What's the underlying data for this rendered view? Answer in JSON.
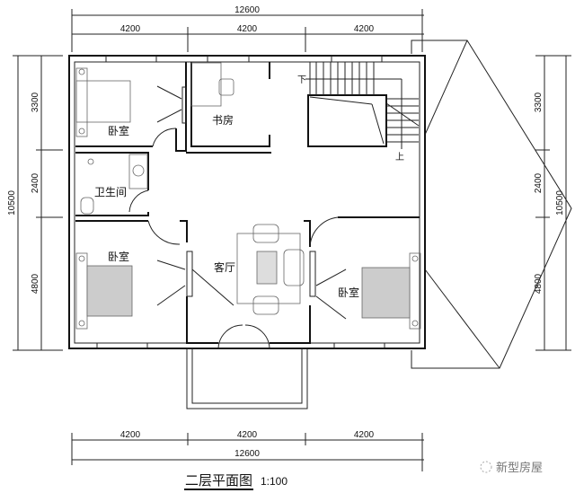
{
  "dimensions": {
    "top_total": "12600",
    "top_segments": [
      "4200",
      "4200",
      "4200"
    ],
    "bottom_total": "12600",
    "bottom_segments": [
      "4200",
      "4200",
      "4200"
    ],
    "left_total": "10500",
    "left_segments": [
      "3300",
      "2400",
      "4800"
    ],
    "right_total": "10500",
    "right_segments": [
      "3300",
      "2400",
      "4800"
    ]
  },
  "rooms": {
    "bedroom_top_left": "卧室",
    "study": "书房",
    "bathroom": "卫生间",
    "bedroom_bottom_left": "卧室",
    "living_room": "客厅",
    "bedroom_right": "卧室"
  },
  "stairs": {
    "down": "下",
    "up": "上"
  },
  "title": {
    "name": "二层平面图",
    "scale": "1:100"
  },
  "watermark": "新型房屋"
}
